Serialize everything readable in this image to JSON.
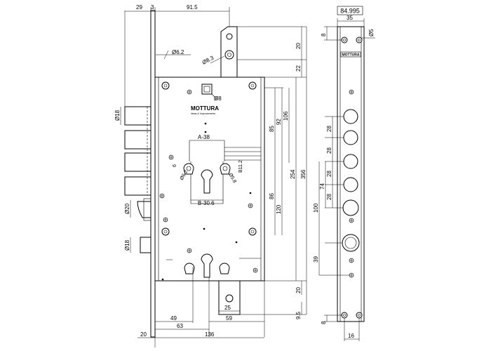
{
  "reference": "84.995",
  "brand": "MOTTURA",
  "tagline": "Ideas & Improvements",
  "dimensions": {
    "top_29": "29",
    "top_3": "3",
    "top_915": "91.5",
    "dia_62_top": "Ø6.2",
    "dia_83": "Ø8.3",
    "dia_8": "Ø8",
    "dia_18_top": "Ø18",
    "dia_20": "Ø20",
    "dia_18_bottom": "Ø18",
    "a38": "A-38",
    "b306": "B-30.6",
    "dim_6": "6",
    "dia_62_cyl": "Ø6.2",
    "dia_58": "Ø5.8",
    "b112": "B11.2",
    "r20_top": "20",
    "r22": "22",
    "r85": "85",
    "r92": "92",
    "r106": "106",
    "r254": "254",
    "r356": "356",
    "r86": "86",
    "r120": "120",
    "r20_bottom": "20",
    "r95": "9.5",
    "b49": "49",
    "b59": "59",
    "b25": "25",
    "b63": "63",
    "b136": "136",
    "b20": "20",
    "fp_35": "35",
    "fp_dia5": "Ø5",
    "fp_8_top": "8",
    "fp_28a": "28",
    "fp_28b": "28",
    "fp_28c": "28",
    "fp_28d": "28",
    "fp_74": "74",
    "fp_100": "100",
    "fp_39": "39",
    "fp_8_bottom": "8",
    "fp_16": "16"
  }
}
